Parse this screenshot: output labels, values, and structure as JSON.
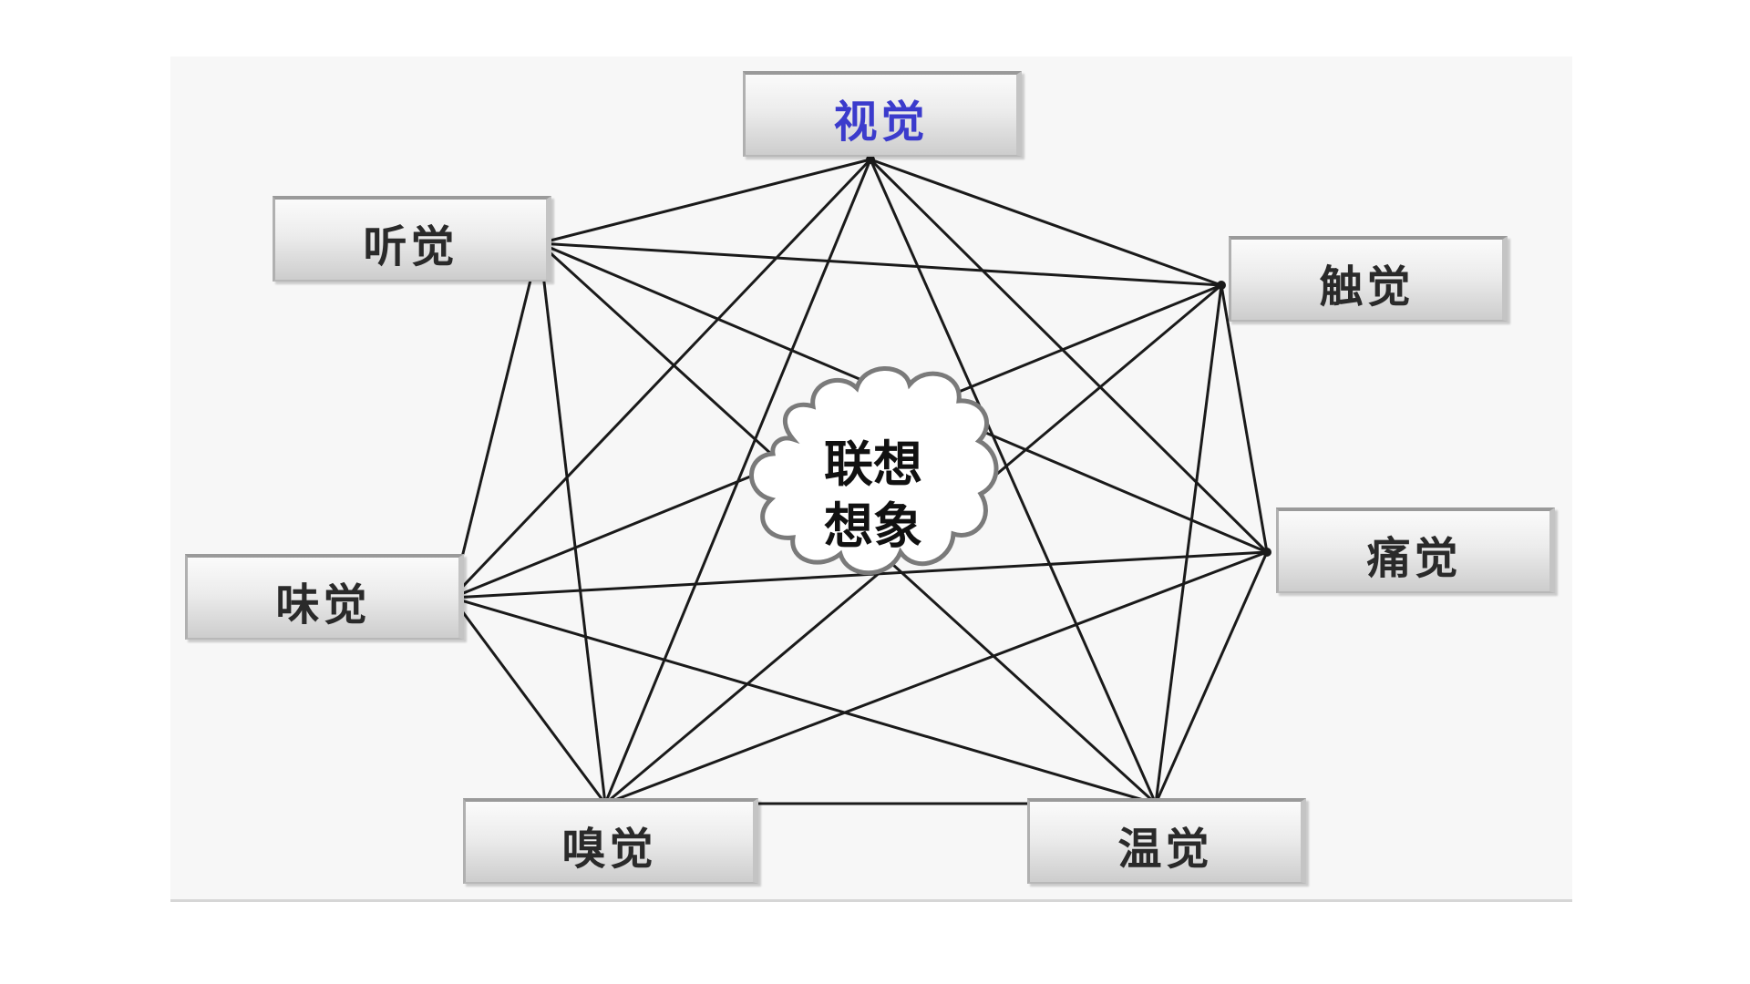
{
  "diagram": {
    "center": {
      "line1": "联想",
      "line2": "想象"
    },
    "nodes": [
      {
        "id": "vision",
        "label": "视觉",
        "color": "#3b3bcc"
      },
      {
        "id": "hearing",
        "label": "听觉",
        "color": "#2a2a2a"
      },
      {
        "id": "touch",
        "label": "触觉",
        "color": "#2a2a2a"
      },
      {
        "id": "taste",
        "label": "味觉",
        "color": "#2a2a2a"
      },
      {
        "id": "pain",
        "label": "痛觉",
        "color": "#2a2a2a"
      },
      {
        "id": "smell",
        "label": "嗅觉",
        "color": "#2a2a2a"
      },
      {
        "id": "temperature",
        "label": "温觉",
        "color": "#2a2a2a"
      }
    ],
    "connections": "complete-graph",
    "colors": {
      "line": "#1a1a1a",
      "cloud_fill": "#ffffff",
      "cloud_stroke": "#7a7a7a",
      "panel": "#f7f7f7"
    }
  }
}
